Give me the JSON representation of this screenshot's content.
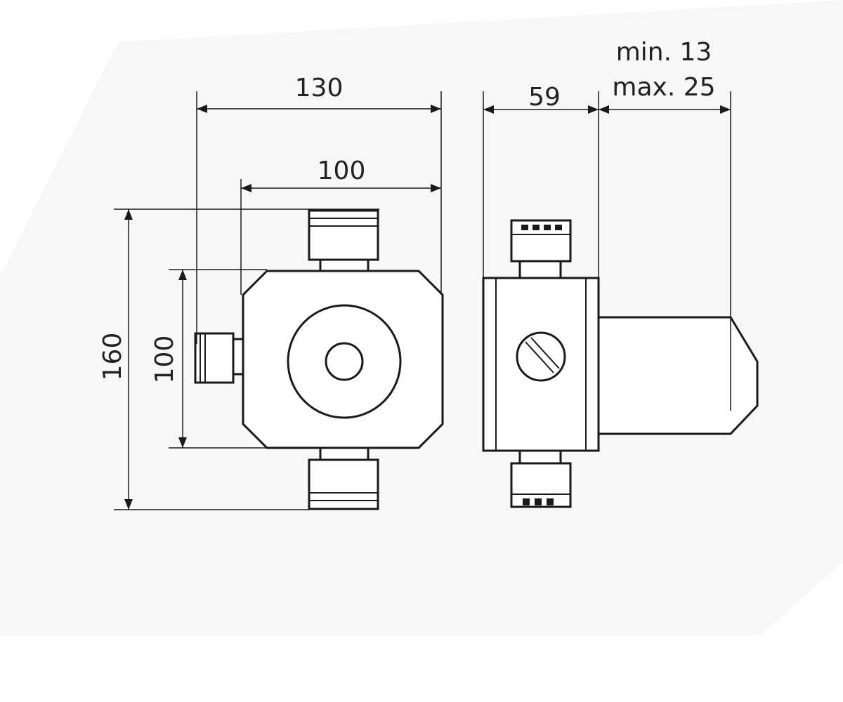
{
  "dimensions": {
    "top_width_outer": "130",
    "top_width_inner": "100",
    "side_depth": "59",
    "side_range_min": "min. 13",
    "side_range_max": "max. 25",
    "left_height_outer": "160",
    "left_height_inner": "100"
  },
  "colors": {
    "background": "#ffffff",
    "panel": "#f7f7f7",
    "line": "#1a1a1a"
  }
}
